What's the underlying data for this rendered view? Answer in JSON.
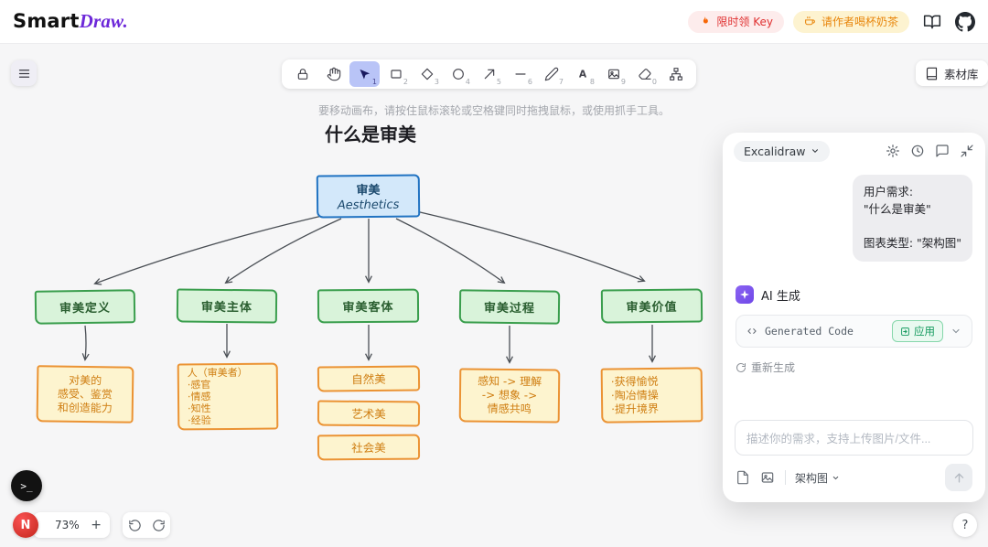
{
  "colors": {
    "brand-purple": "#6d28d9",
    "badge-red-bg": "#fdecec",
    "badge-red-text": "#e03131",
    "badge-amber-bg": "#fdf3d0",
    "badge-amber-text": "#e8860c",
    "active-tool": "#b9c4f7",
    "node-blue-bg": "#d3e8fa",
    "node-blue-border": "#2173c2",
    "node-blue-text": "#1c4a6e",
    "node-green-bg": "#d9f3da",
    "node-green-border": "#3a9e4d",
    "node-green-text": "#2b5f31",
    "node-amber-bg": "#fdf4cf",
    "node-amber-border": "#eb9334",
    "node-amber-text": "#cf7e12",
    "arrow-stroke": "#4a4f55",
    "ai-purple": "#7048e8",
    "apply-text": "#149a5e",
    "apply-bg": "#e9f9f0",
    "apply-border": "#86d7ab"
  },
  "header": {
    "logo_part1": "Smart",
    "logo_part2": "Draw.",
    "badge_key": "限时领 Key",
    "badge_coffee": "请作者喝杯奶茶"
  },
  "toolbar": {
    "tools": [
      {
        "name": "lock",
        "shortcut": ""
      },
      {
        "name": "hand",
        "shortcut": ""
      },
      {
        "name": "selection",
        "shortcut": "1"
      },
      {
        "name": "rectangle",
        "shortcut": "2"
      },
      {
        "name": "diamond",
        "shortcut": "3"
      },
      {
        "name": "ellipse",
        "shortcut": "4"
      },
      {
        "name": "arrow",
        "shortcut": "5"
      },
      {
        "name": "line",
        "shortcut": "6"
      },
      {
        "name": "draw",
        "shortcut": "7"
      },
      {
        "name": "text",
        "shortcut": "8"
      },
      {
        "name": "image",
        "shortcut": "9"
      },
      {
        "name": "eraser",
        "shortcut": "0"
      },
      {
        "name": "shapes",
        "shortcut": ""
      }
    ],
    "library_label": "素材库"
  },
  "hint": "要移动画布，请按住鼠标滚轮或空格键同时拖拽鼠标，或使用抓手工具。",
  "canvas": {
    "title": "什么是审美",
    "root_line1": "审美",
    "root_line2": "Aesthetics",
    "branches": [
      {
        "label": "审美定义"
      },
      {
        "label": "审美主体"
      },
      {
        "label": "审美客体"
      },
      {
        "label": "审美过程"
      },
      {
        "label": "审美价值"
      }
    ],
    "leaves": {
      "definition": "对美的\n感受、鉴赏\n和创造能力",
      "subject": "人（审美者）\n·感官\n·情感\n·知性\n·经验",
      "object1": "自然美",
      "object2": "艺术美",
      "object3": "社会美",
      "process": "感知 -> 理解\n-> 想象 ->\n情感共鸣",
      "value": "·获得愉悦\n·陶冶情操\n·提升境界"
    }
  },
  "panel": {
    "app_switcher": "Excalidraw",
    "user_message": "用户需求:\n\"什么是审美\"\n\n图表类型: \"架构图\"",
    "ai_label": "AI 生成",
    "generated_code_label": "Generated Code",
    "apply_label": "应用",
    "regenerate_label": "重新生成",
    "input_placeholder": "描述你的需求，支持上传图片/文件...",
    "diagram_type": "架构图"
  },
  "footer": {
    "zoom": "73%",
    "zoom_in_label": "+",
    "avatar_initial": "N",
    "terminal_label": ">_",
    "help_label": "?"
  }
}
